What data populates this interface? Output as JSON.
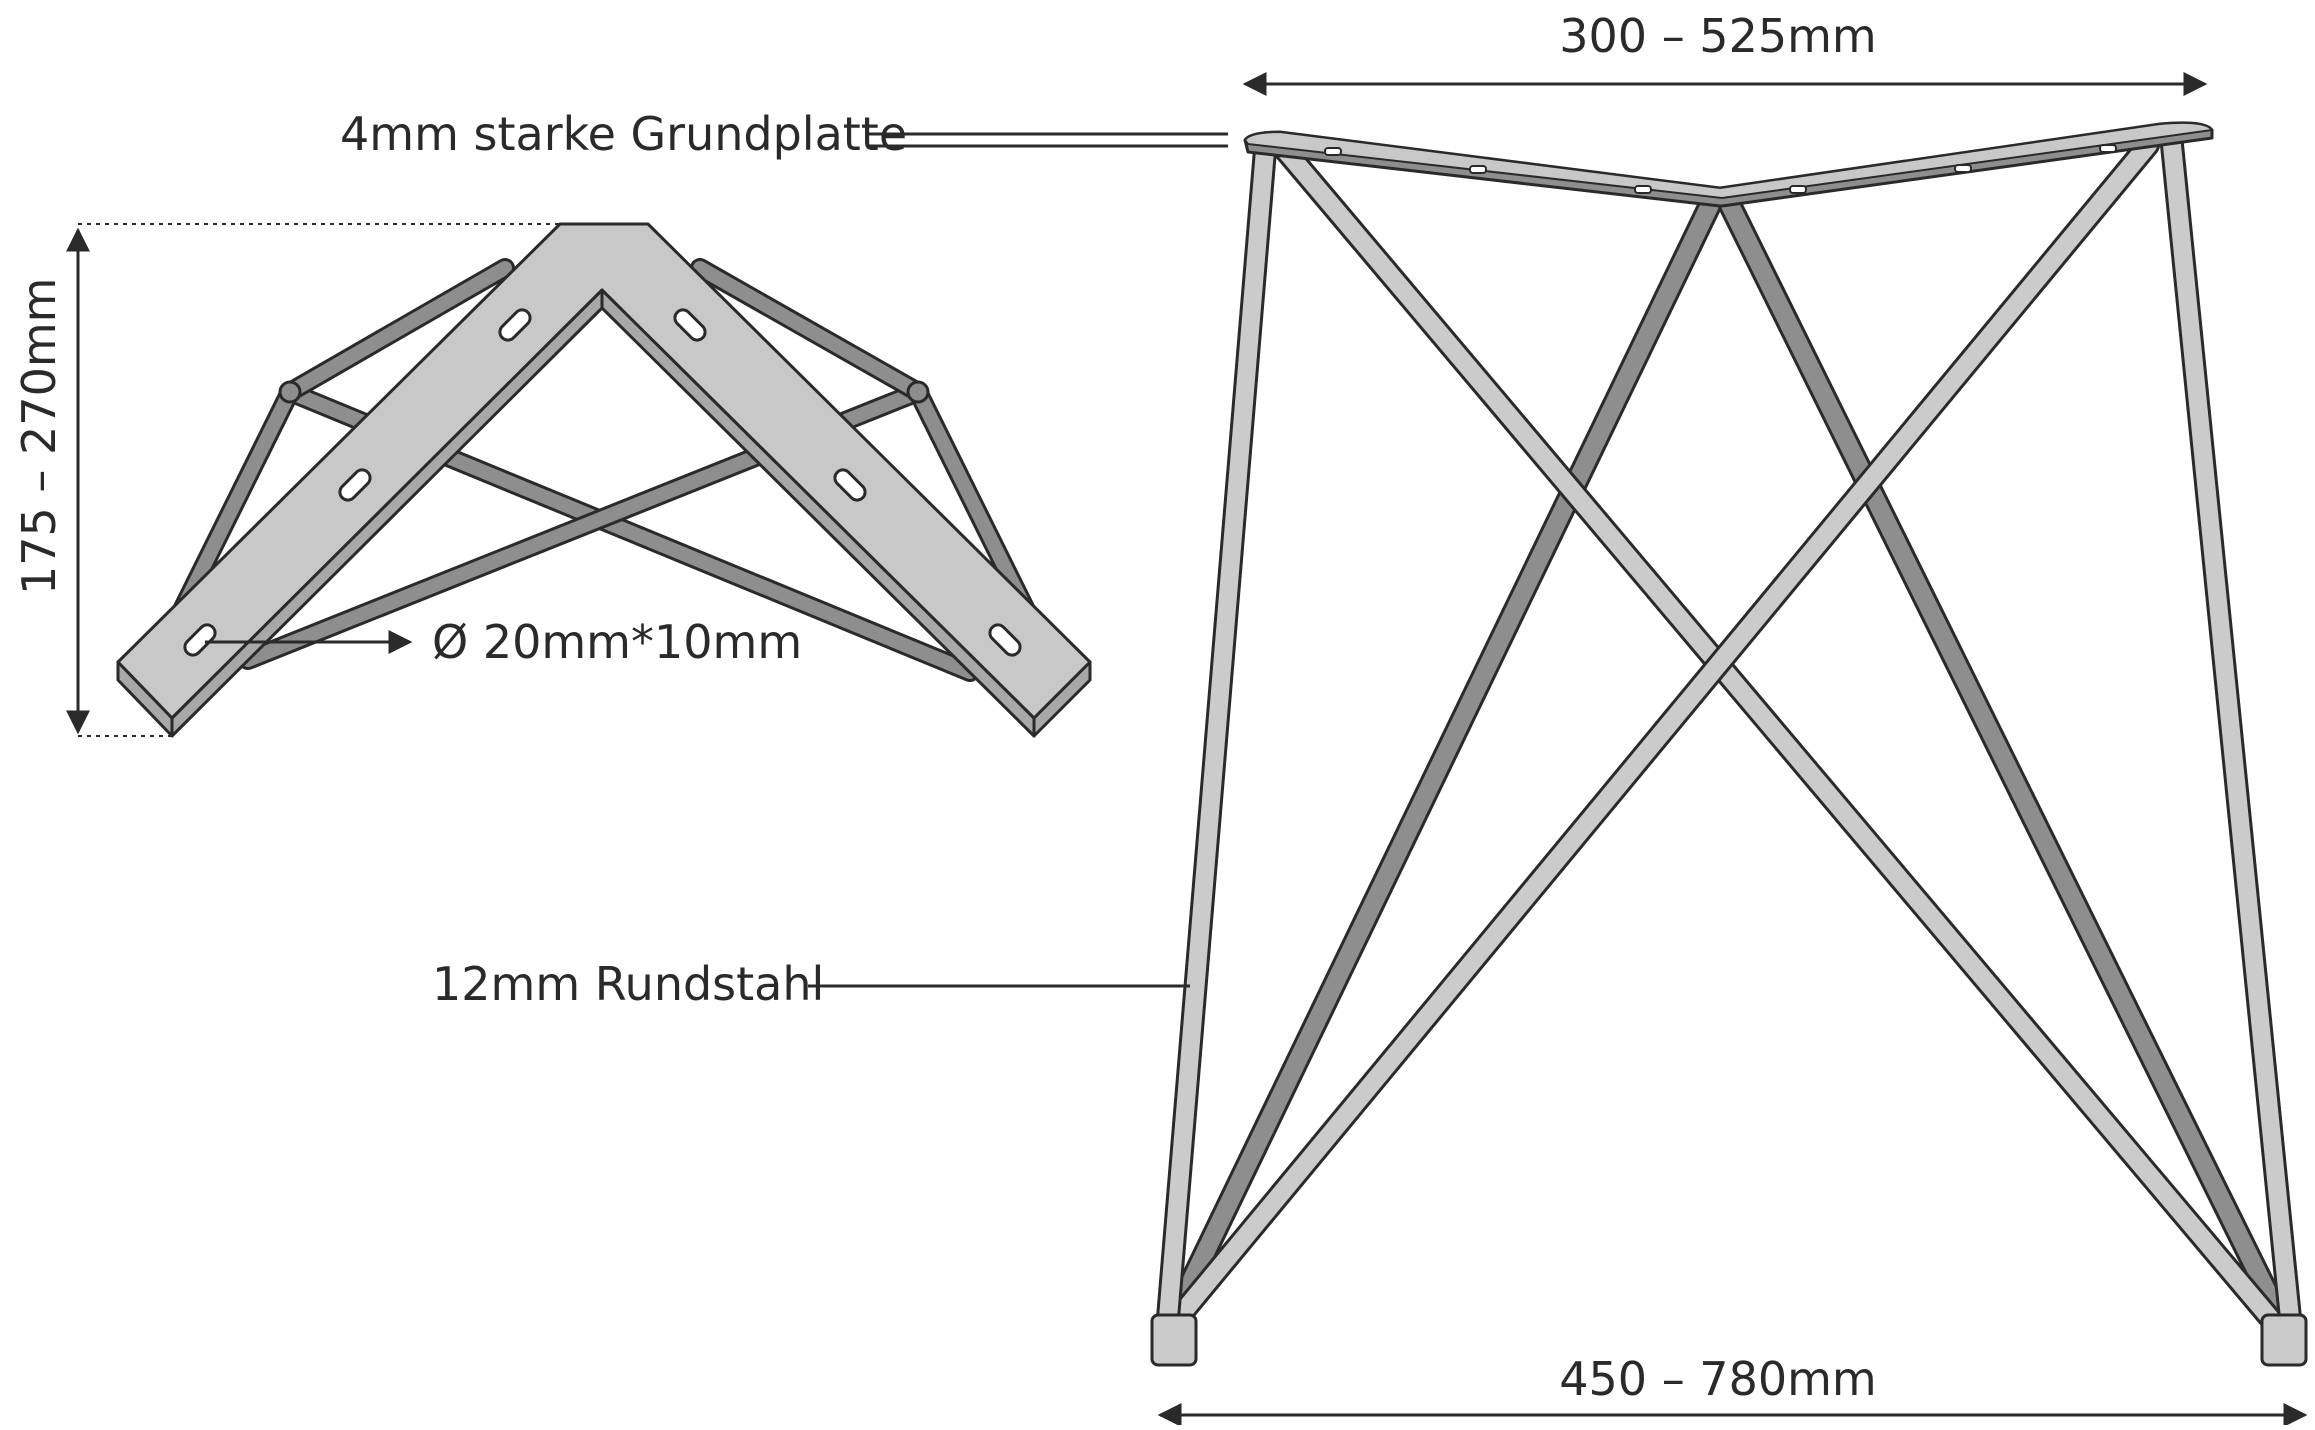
{
  "labels": {
    "top_width": "300 – 525mm",
    "bottom_width": "450 – 780mm",
    "plate": "4mm starke Grundplatte",
    "steel": "12mm Rundstahl",
    "hole": "Ø 20mm*10mm",
    "height": "175  – 270mm"
  },
  "colors": {
    "plate_fill": "#c8c8c8",
    "rod_light": "#cbcbcb",
    "rod_dark": "#8e8e8e",
    "line": "#2a2a2a"
  }
}
